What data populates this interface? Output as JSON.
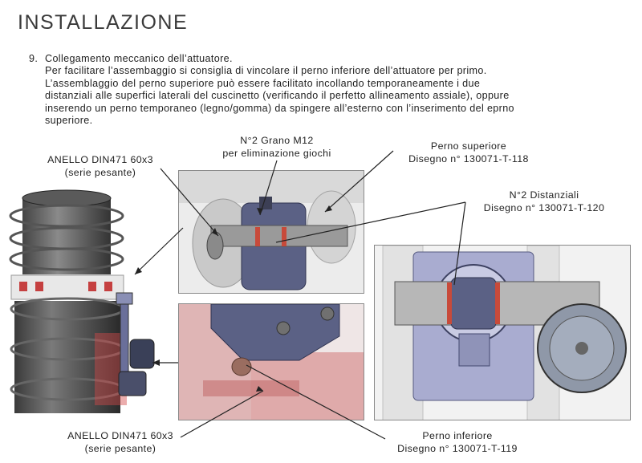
{
  "page": {
    "title": "INSTALLAZIONE"
  },
  "step": {
    "number": "9.",
    "lines": [
      "Collegamento meccanico dell’attuatore.",
      "Per facilitare l’assembaggio si consiglia di vincolare il perno inferiore dell’attuatore per primo.",
      "L’assemblaggio del perno superiore può essere facilitato incollando temporaneamente i due",
      "distanziali alle superfici laterali del cuscinetto (verificando il perfetto allineamento assiale), oppure",
      "inserendo un perno temporaneo (legno/gomma) da spingere all’esterno con l’inserimento del eprno",
      "superiore."
    ]
  },
  "callouts": {
    "anello_top": {
      "line1": "ANELLO DIN471 60x3",
      "line2": "(serie pesante)"
    },
    "grano": {
      "line1": "N°2 Grano M12",
      "line2": "per eliminazione giochi"
    },
    "perno_superiore": {
      "line1": "Perno superiore",
      "line2": "Disegno n° 130071-T-118"
    },
    "distanziali": {
      "line1": "N°2 Distanziali",
      "line2": "Disegno n° 130071-T-120"
    },
    "anello_bottom": {
      "line1": "ANELLO DIN471 60x3",
      "line2": "(serie pesante)"
    },
    "perno_inferiore": {
      "line1": "Perno inferiore",
      "line2": "Disegno n° 130071-T-119"
    }
  },
  "colors": {
    "leader": "#222222",
    "steel": "#8c8c8c",
    "bracket_blue": "#6a6f9a",
    "red_highlight": "#d24a4a",
    "frame_border": "#8a8a8a"
  }
}
